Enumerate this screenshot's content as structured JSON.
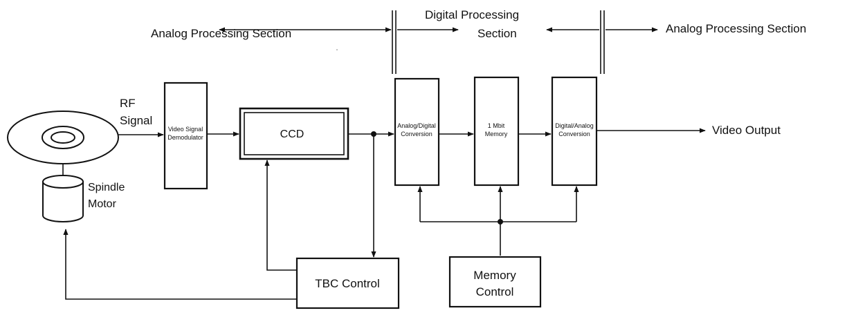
{
  "sections": {
    "analog_left": "Analog Processing Section",
    "digital_line1": "Digital Processing",
    "digital_line2": "Section",
    "analog_right": "Analog Processing Section"
  },
  "signals": {
    "rf_line1": "RF",
    "rf_line2": "Signal",
    "video_output": "Video Output"
  },
  "blocks": {
    "demodulator_line1": "Video Signal",
    "demodulator_line2": "Demodulator",
    "ccd": "CCD",
    "adc_line1": "Analog/Digital",
    "adc_line2": "Conversion",
    "memory_line1": "1 Mbit",
    "memory_line2": "Memory",
    "dac_line1": "Digital/Analog",
    "dac_line2": "Conversion",
    "tbc_control": "TBC Control",
    "memory_control_line1": "Memory",
    "memory_control_line2": "Control",
    "spindle_line1": "Spindle",
    "spindle_line2": "Motor"
  }
}
